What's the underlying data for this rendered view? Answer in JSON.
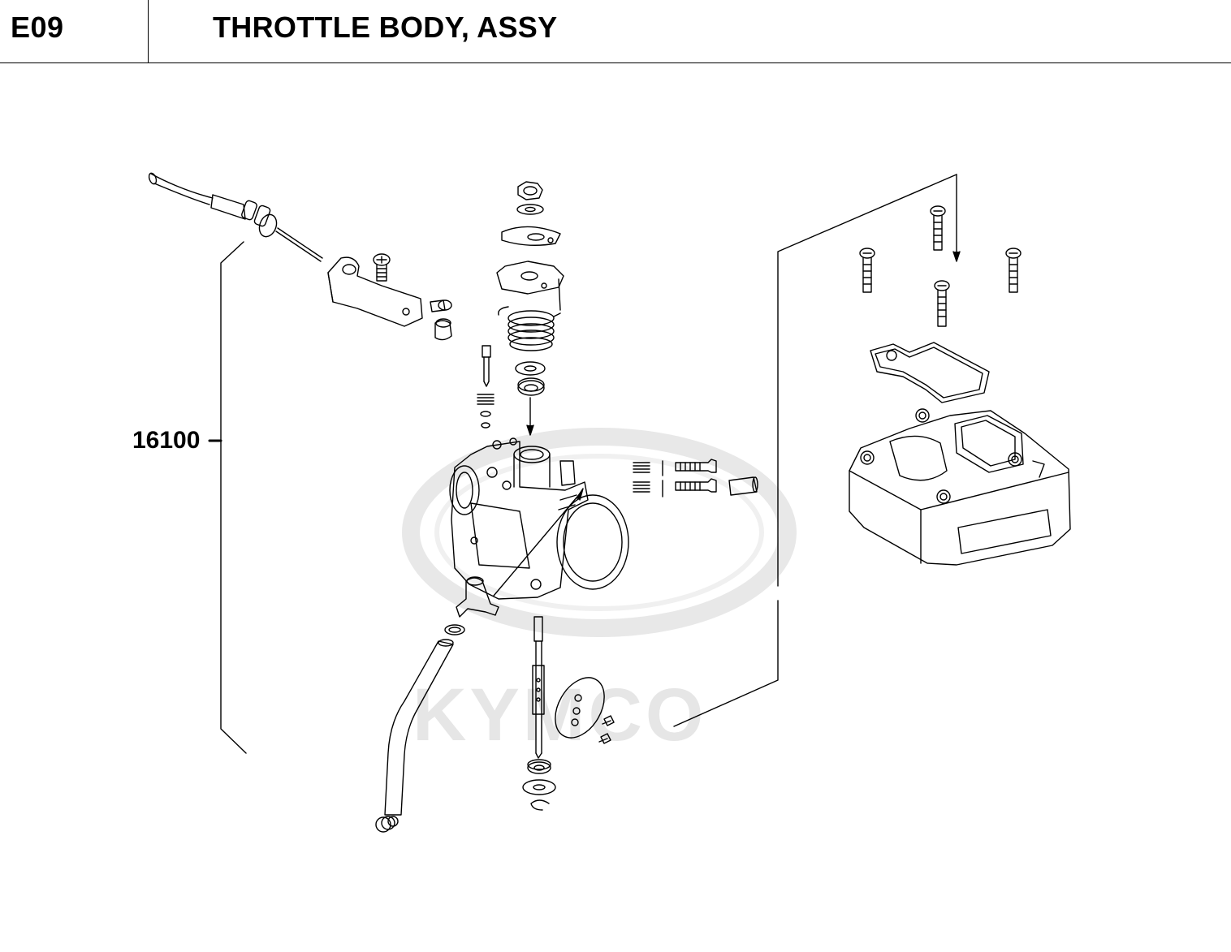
{
  "header": {
    "section_code": "E09",
    "title": "THROTTLE BODY, ASSY"
  },
  "callouts": [
    {
      "part_number": "16100"
    }
  ],
  "watermark": {
    "brand": "KYMCO"
  }
}
